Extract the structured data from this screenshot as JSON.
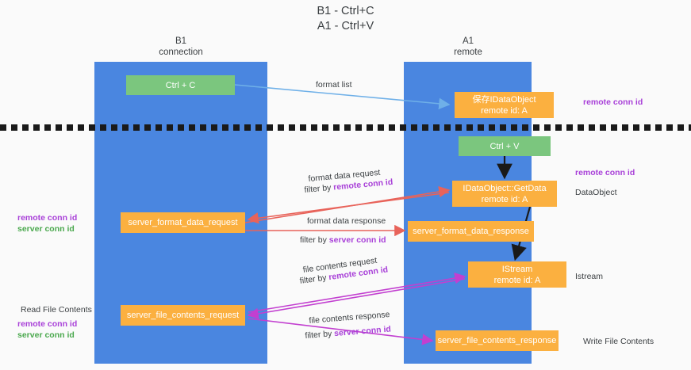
{
  "title": {
    "line1": "B1 - Ctrl+C",
    "line2": "A1 - Ctrl+V"
  },
  "lanes": [
    {
      "name": "B1",
      "sub": "connection"
    },
    {
      "name": "A1",
      "sub": "remote"
    }
  ],
  "nodes": {
    "ctrl_c": {
      "label": "Ctrl + C",
      "color": "#7bc67e"
    },
    "idataobject": {
      "line1": "保存IDataObject",
      "line2": "remote id: A",
      "color": "#fbb040"
    },
    "ctrl_v": {
      "label": "Ctrl + V",
      "color": "#7bc67e"
    },
    "getdata": {
      "line1": "IDataObject::GetData",
      "line2": "remote id: A",
      "color": "#fbb040"
    },
    "server_format_data_request": {
      "label": "server_format_data_request",
      "color": "#fbb040"
    },
    "server_format_data_response": {
      "label": "server_format_data_response",
      "color": "#fbb040"
    },
    "istream": {
      "line1": "IStream",
      "line2": "remote id: A",
      "color": "#fbb040"
    },
    "server_file_contents_request": {
      "label": "server_file_contents_request",
      "color": "#fbb040"
    },
    "server_file_contents_response": {
      "label": "server_file_contents_response",
      "color": "#fbb040"
    }
  },
  "edge_labels": {
    "format_list": "format list",
    "format_data_request": "format data request",
    "format_data_request_filter_prefix": "filter by ",
    "format_data_request_filter_key": "remote conn id",
    "format_data_response": "format data response",
    "format_data_response_filter_prefix": "filter by ",
    "format_data_response_filter_key": "server conn id",
    "file_contents_request": "file contents request",
    "file_contents_request_filter_prefix": "filter by ",
    "file_contents_request_filter_key": "remote conn id",
    "file_contents_response": "file contents response",
    "file_contents_response_filter_prefix": "filter by ",
    "file_contents_response_filter_key": "server conn id"
  },
  "annotations": {
    "remote_conn_id_top": "remote conn id",
    "remote_conn_id_mid": "remote conn id",
    "dataobject": "DataObject",
    "istream": "Istream",
    "write_file_contents": "Write File Contents",
    "read_file_contents": "Read File Contents",
    "left_remote_conn_id_1": "remote conn id",
    "left_server_conn_id_1": "server conn id",
    "left_remote_conn_id_2": "remote conn id",
    "left_server_conn_id_2": "server conn id"
  },
  "colors": {
    "lane": "#4a86e0",
    "green_node": "#7bc67e",
    "orange_node": "#fbb040",
    "blue_arrow": "#6fb0e8",
    "red_arrow": "#e8635a",
    "magenta_arrow": "#c23fd0",
    "black_arrow": "#1a1a1a",
    "purple_text": "#a83fd8",
    "green_text": "#4aa84d",
    "background": "#fafafa"
  }
}
